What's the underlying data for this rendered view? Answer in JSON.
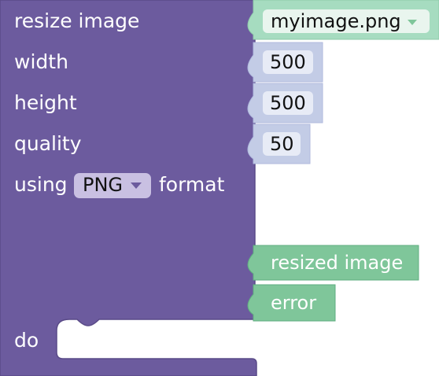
{
  "block": {
    "label_resize": "resize image",
    "label_width": "width",
    "label_height": "height",
    "label_quality": "quality",
    "label_using": "using",
    "label_format": "format",
    "label_do": "do",
    "format_selected": "PNG",
    "colors": {
      "block": "#6c5b9e",
      "block_border": "#5a4b88",
      "value_block": "#c3cce6",
      "value_block_border": "#b0bade",
      "dropdown_block": "#a6dcc0",
      "output_block": "#7fc69a",
      "output_border": "#5fae80"
    }
  },
  "inputs": {
    "file_value": "myimage.png",
    "width_value": "500",
    "height_value": "500",
    "quality_value": "50"
  },
  "outputs": {
    "resized_label": "resized image",
    "error_label": "error"
  }
}
